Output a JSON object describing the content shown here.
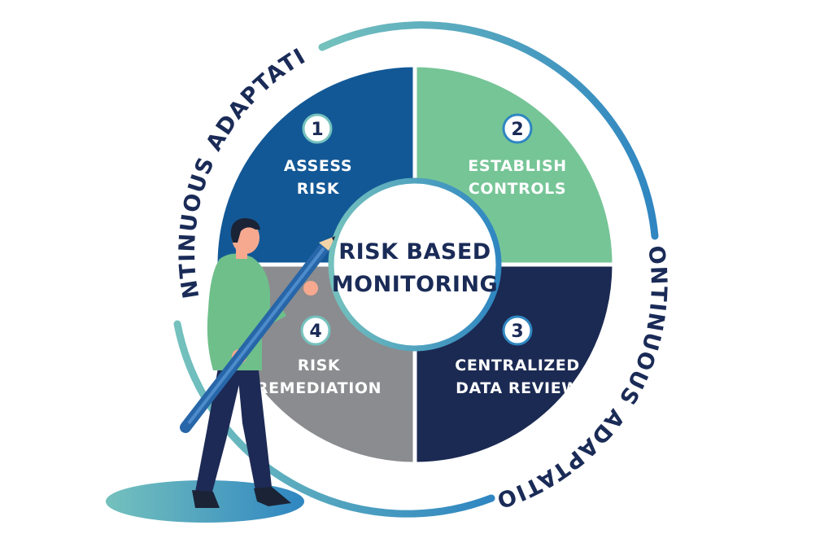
{
  "colors": {
    "q1": "#135896",
    "q2": "#76c597",
    "q3": "#1b2a53",
    "q4": "#8b8c8f",
    "ring_light": "#74c1bd",
    "ring_blue": "#2f86c1",
    "text_dark": "#1a2b57",
    "shirt": "#6fbf8b",
    "pants": "#1d2a55",
    "skin": "#f6a98f",
    "hair": "#1b2336",
    "pencil": "#2766a8"
  },
  "center": {
    "line1": "RISK BASED",
    "line2": "MONITORING"
  },
  "ring": {
    "label_top": "CONTINUOUS ADAPTATION",
    "label_bottom": "CONTINUOUS ADAPTATION"
  },
  "steps": [
    {
      "number": "1",
      "line1": "ASSESS",
      "line2": "RISK"
    },
    {
      "number": "2",
      "line1": "ESTABLISH",
      "line2": "CONTROLS"
    },
    {
      "number": "3",
      "line1": "CENTRALIZED",
      "line2": "DATA REVIEW"
    },
    {
      "number": "4",
      "line1": "RISK",
      "line2": "REMEDIATION"
    }
  ]
}
